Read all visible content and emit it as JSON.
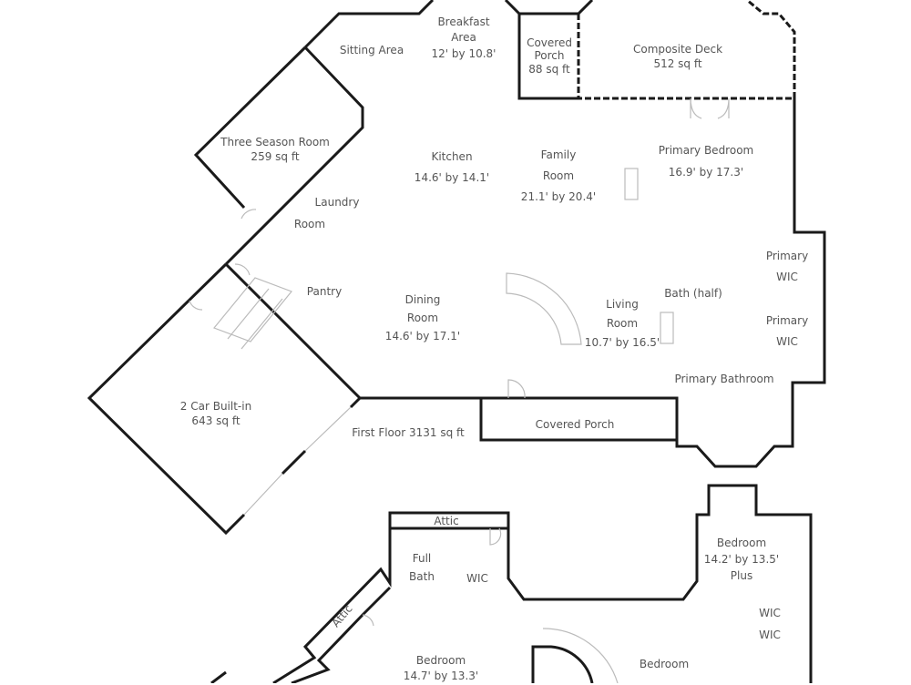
{
  "title": "First Floor 3131 sq ft",
  "first_floor": {
    "sitting_area": "Sitting Area",
    "breakfast": [
      "Breakfast",
      "Area",
      "12' by 10.8'"
    ],
    "covered_porch_top": [
      "Covered",
      "Porch",
      "88 sq ft"
    ],
    "composite_deck": [
      "Composite Deck",
      "512 sq ft"
    ],
    "three_season": [
      "Three Season Room",
      "259 sq ft"
    ],
    "kitchen": [
      "Kitchen",
      "14.6' by 14.1'"
    ],
    "family_room": [
      "Family",
      "Room",
      "21.1' by 20.4'"
    ],
    "primary_bedroom": [
      "Primary Bedroom",
      "16.9' by 17.3'"
    ],
    "laundry": [
      "Laundry",
      "Room"
    ],
    "primary_wic_1": [
      "Primary",
      "WIC"
    ],
    "primary_wic_2": [
      "Primary",
      "WIC"
    ],
    "pantry": "Pantry",
    "dining": [
      "Dining",
      "Room",
      "14.6' by 17.1'"
    ],
    "living": [
      "Living",
      "Room",
      "10.7' by 16.5'"
    ],
    "bath_half": "Bath (half)",
    "primary_bathroom": "Primary Bathroom",
    "garage": [
      "2 Car Built-in",
      "643 sq ft"
    ],
    "covered_porch_bottom": "Covered Porch",
    "floor_total": "First Floor 3131 sq ft"
  },
  "second_floor": {
    "attic_top": "Attic",
    "attic_side": "Attic",
    "full_bath": [
      "Full",
      "Bath"
    ],
    "wic_left": "WIC",
    "bedroom_right": [
      "Bedroom",
      "14.2' by 13.5'",
      "Plus"
    ],
    "wic_right_1": "WIC",
    "wic_right_2": "WIC",
    "bedroom_left": [
      "Bedroom",
      "14.7' by 13.3'"
    ],
    "bedroom_center": "Bedroom"
  }
}
